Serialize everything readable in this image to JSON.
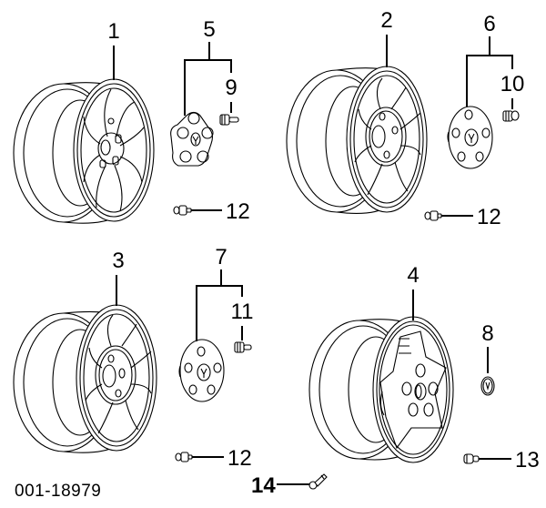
{
  "diagram": {
    "title": "Wheel assembly parts diagram",
    "figure_id": "001-18979",
    "callouts": {
      "c1": "1",
      "c2": "2",
      "c3": "3",
      "c4": "4",
      "c5": "5",
      "c6": "6",
      "c7": "7",
      "c8": "8",
      "c9": "9",
      "c10": "10",
      "c11": "11",
      "c12a": "12",
      "c12b": "12",
      "c12c": "12",
      "c13": "13",
      "c14": "14"
    },
    "parts": [
      {
        "callout": "1",
        "name": "wheel-spiral-spoke"
      },
      {
        "callout": "2",
        "name": "wheel-five-spoke"
      },
      {
        "callout": "3",
        "name": "wheel-five-spoke-alt"
      },
      {
        "callout": "4",
        "name": "wheel-star"
      },
      {
        "callout": "5",
        "name": "center-cap-five-lobe"
      },
      {
        "callout": "6",
        "name": "center-cap-round"
      },
      {
        "callout": "7",
        "name": "center-cap-round-alt"
      },
      {
        "callout": "8",
        "name": "emblem"
      },
      {
        "callout": "9",
        "name": "cap-nut"
      },
      {
        "callout": "10",
        "name": "cap-nut"
      },
      {
        "callout": "11",
        "name": "cap-nut"
      },
      {
        "callout": "12",
        "name": "lug-nut"
      },
      {
        "callout": "13",
        "name": "lug-nut"
      },
      {
        "callout": "14",
        "name": "valve-stem"
      }
    ]
  }
}
